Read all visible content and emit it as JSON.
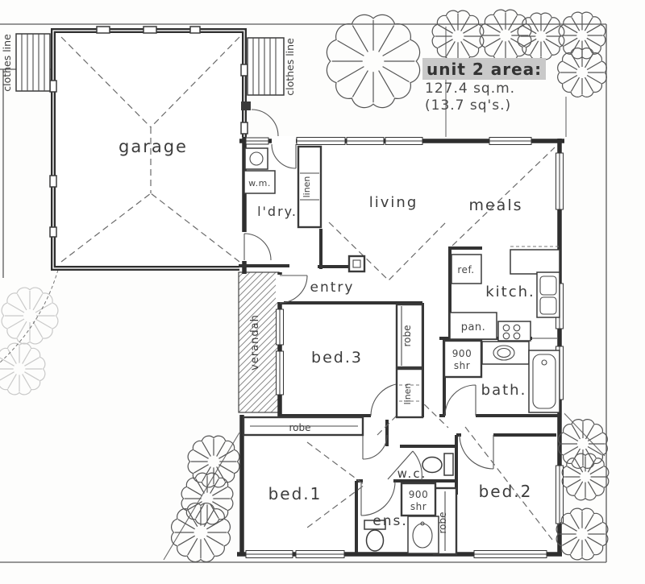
{
  "plan": {
    "area": {
      "heading": "unit 2 area:",
      "metric": "127.4 sq.m.",
      "squares": "(13.7 sq's.)"
    },
    "site": {
      "clothes_line_left": "clothes line",
      "clothes_line_right": "clothes line"
    },
    "rooms": {
      "garage": "garage",
      "living": "living",
      "meals": "meals",
      "kitchen": "kitch.",
      "laundry": "l'dry.",
      "entry": "entry",
      "bath": "bath.",
      "bed1": "bed.1",
      "bed2": "bed.2",
      "bed3": "bed.3",
      "wc": "w.c.",
      "ensuite": "ens.",
      "verandah": "verandah"
    },
    "fixtures": {
      "washing_machine": "w.m.",
      "fridge": "ref.",
      "pantry": "pan.",
      "linen_laundry": "linen",
      "linen_hall": "linen",
      "robe_bed1": "robe",
      "robe_bed2": "robe",
      "robe_bed3": "robe",
      "shower_bath": {
        "size": "900",
        "abbr": "shr"
      },
      "shower_ens": {
        "size": "900",
        "abbr": "shr"
      }
    }
  }
}
